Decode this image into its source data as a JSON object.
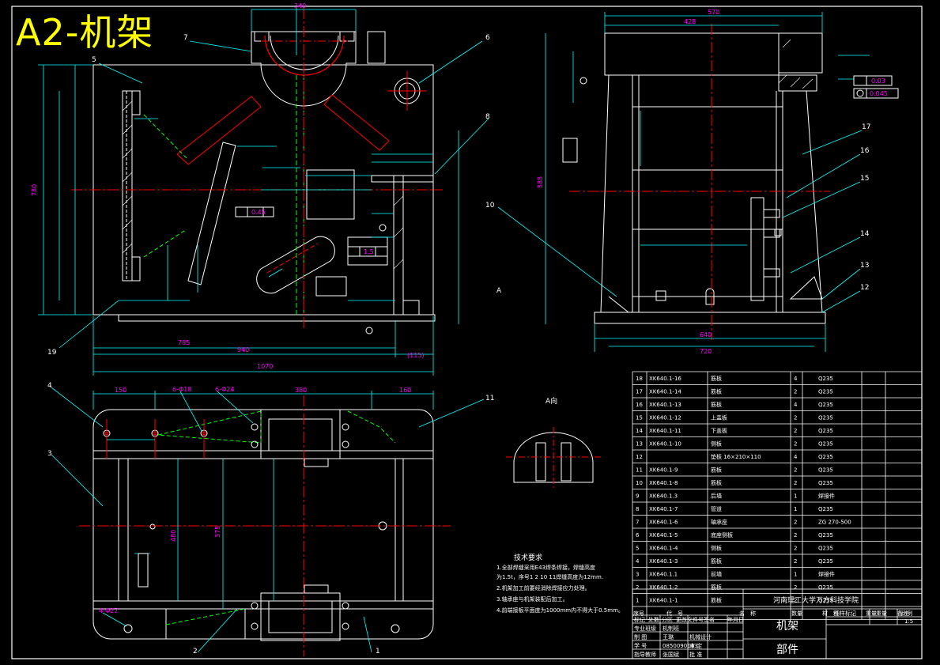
{
  "header": {
    "title": "A2-机架"
  },
  "colors": {
    "background": "#000000",
    "outline": "#ffffff",
    "dimension": "#00ffff",
    "dimension_text": "#ff00ff",
    "centerline": "#ff0000",
    "hidden": "#00ff00",
    "title": "#ffff00"
  },
  "view_labels": {
    "section_a": "A",
    "view_a": "A向"
  },
  "tech": {
    "heading": "技术要求",
    "lines": [
      "1.全部焊缝采用E43焊条焊接，焊缝高度",
      "为1.5t，序号1 2 10 11焊缝高度为12mm.",
      "2.机架加工前要经消除焊接应力处理。",
      "3.轴承座与机架装配后加工。",
      "4.前端接板平面度为1000mm内不得大于0.5mm。"
    ]
  },
  "bom": {
    "rows": [
      {
        "no": "18",
        "code": "XK640.1-16",
        "name": "筋板",
        "qty": "4",
        "mat": "Q235"
      },
      {
        "no": "17",
        "code": "XK640.1-14",
        "name": "筋板",
        "qty": "2",
        "mat": "Q235"
      },
      {
        "no": "16",
        "code": "XK640.1-13",
        "name": "筋板",
        "qty": "4",
        "mat": "Q235"
      },
      {
        "no": "15",
        "code": "XK640.1-12",
        "name": "上盖板",
        "qty": "2",
        "mat": "Q235"
      },
      {
        "no": "14",
        "code": "XK640.1-11",
        "name": "下盖板",
        "qty": "2",
        "mat": "Q235"
      },
      {
        "no": "13",
        "code": "XK640.1-10",
        "name": "侧板",
        "qty": "2",
        "mat": "Q235"
      },
      {
        "no": "12",
        "code": "",
        "name": "垫板 16×210×110",
        "qty": "4",
        "mat": "Q235"
      },
      {
        "no": "11",
        "code": "XK640.1-9",
        "name": "筋板",
        "qty": "2",
        "mat": "Q235"
      },
      {
        "no": "10",
        "code": "XK640.1-8",
        "name": "筋板",
        "qty": "2",
        "mat": "Q235"
      },
      {
        "no": "9",
        "code": "XK640.1.3",
        "name": "后墙",
        "qty": "1",
        "mat": "焊接件"
      },
      {
        "no": "8",
        "code": "XK640.1-7",
        "name": "管道",
        "qty": "1",
        "mat": "Q235"
      },
      {
        "no": "7",
        "code": "XK640.1-6",
        "name": "轴承座",
        "qty": "2",
        "mat": "ZG 270-500"
      },
      {
        "no": "6",
        "code": "XK640.1-5",
        "name": "底座侧板",
        "qty": "2",
        "mat": "Q235"
      },
      {
        "no": "5",
        "code": "XK640.1-4",
        "name": "侧板",
        "qty": "2",
        "mat": "Q235"
      },
      {
        "no": "4",
        "code": "XK640.1-3",
        "name": "筋板",
        "qty": "2",
        "mat": "Q235"
      },
      {
        "no": "3",
        "code": "XK640.1.1",
        "name": "前墙",
        "qty": "1",
        "mat": "焊接件"
      },
      {
        "no": "2",
        "code": "XK640.1-2",
        "name": "筋板",
        "qty": "2",
        "mat": "Q235"
      },
      {
        "no": "1",
        "code": "XK640.1-1",
        "name": "筋板",
        "qty": "2",
        "mat": "Q235"
      }
    ],
    "header": {
      "no": "序号",
      "code": "代　号",
      "name": "名　称",
      "qty": "数量",
      "mat": "材　料",
      "weight": "重量",
      "remark": "备注"
    }
  },
  "title_block": {
    "institution": "河南理工大学万方科技学院",
    "drawing_name": "机架",
    "part_label": "部件",
    "stage_label": "图样标记",
    "weight_label": "重量",
    "scale_label": "比例",
    "scale_value": "1:5",
    "designer": "王璐",
    "student_id": "0850090143",
    "row_labels": [
      "标记",
      "处数",
      "分区",
      "更改文件号",
      "签名",
      "年月日"
    ],
    "left_labels": [
      "专业班级",
      "制 图",
      "学 号",
      "指导教师"
    ],
    "left_values": [
      "机制班",
      "王璐",
      "0850090143",
      "张国斌"
    ],
    "mid_labels": [
      "机械设计",
      "审 定",
      "批 准"
    ]
  },
  "balloons": {
    "front": [
      "7",
      "6",
      "5",
      "8",
      "10",
      "19"
    ],
    "side": [
      "10",
      "17",
      "16",
      "15",
      "14",
      "13",
      "12"
    ],
    "top": [
      "4",
      "3",
      "2",
      "11",
      "1"
    ]
  },
  "dims": {
    "front_top": "340",
    "front_total": "1070",
    "front_mid": "940",
    "front_left": "785",
    "front_right": "(115)",
    "front_height": "780",
    "side_top1": "570",
    "side_top2": "428",
    "side_bottom1": "640",
    "side_bottom2": "720",
    "side_height": "585",
    "top_left": "150",
    "top_mid": "380",
    "top_right": "160",
    "top_hole1": "6-Φ18",
    "top_hole2": "6-Φ24",
    "top_v1": "375",
    "top_v2": "480",
    "top_hole3": "4-Φ27",
    "geo1": "0.45",
    "geo2": "0.03",
    "geo3": "0.045",
    "geo4": "1.5"
  }
}
